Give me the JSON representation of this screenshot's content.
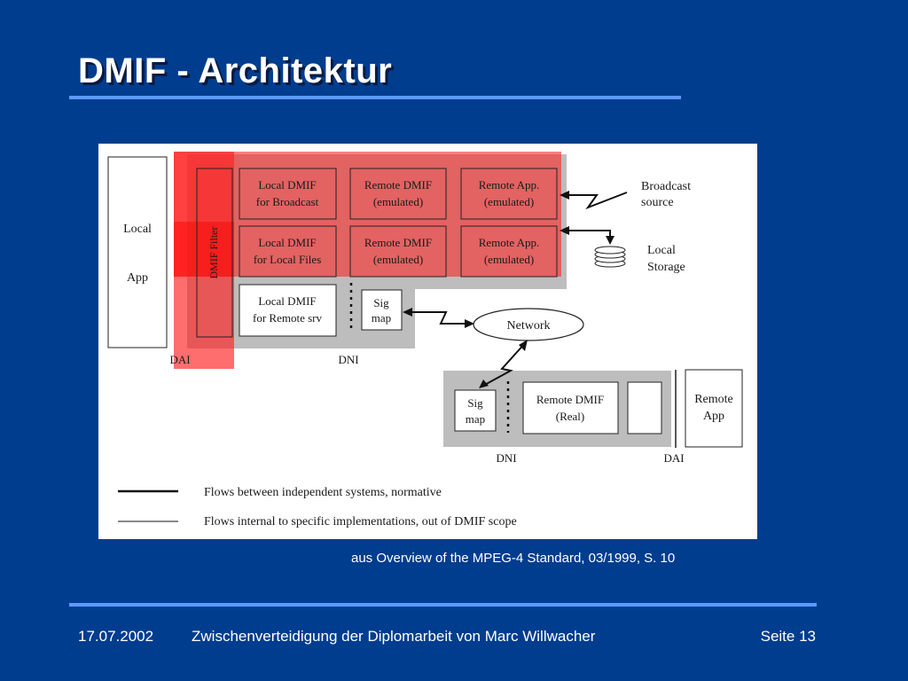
{
  "slide": {
    "title": "DMIF - Architektur",
    "caption": "aus Overview of the MPEG-4 Standard, 03/1999, S. 10",
    "footer": {
      "date": "17.07.2002",
      "center": "Zwischenverteidigung der Diplomarbeit von Marc Willwacher",
      "page": "Seite 13"
    }
  },
  "diagram": {
    "local_app": [
      "Local",
      "App"
    ],
    "dmif_filter": "DMIF Filter",
    "boxes": {
      "local_broadcast": [
        "Local DMIF",
        "for Broadcast"
      ],
      "remote_dmif_1": [
        "Remote DMIF",
        "(emulated)"
      ],
      "remote_app_1": [
        "Remote App.",
        "(emulated)"
      ],
      "local_files": [
        "Local DMIF",
        "for Local Files"
      ],
      "remote_dmif_2": [
        "Remote DMIF",
        "(emulated)"
      ],
      "remote_app_2": [
        "Remote App.",
        "(emulated)"
      ],
      "local_remote_srv": [
        "Local DMIF",
        "for Remote srv"
      ],
      "sig_map_top": [
        "Sig",
        "map"
      ],
      "sig_map_bottom": [
        "Sig",
        "map"
      ],
      "remote_dmif_real": [
        "Remote DMIF",
        "(Real)"
      ],
      "remote_app": [
        "Remote",
        "App"
      ]
    },
    "labels": {
      "broadcast": [
        "Broadcast",
        "source"
      ],
      "local_storage": [
        "Local",
        "Storage"
      ],
      "network": "Network",
      "dai_left": "DAI",
      "dni_top": "DNI",
      "dni_bottom": "DNI",
      "dai_right": "DAI"
    },
    "legend": {
      "normative": "Flows between independent systems, normative",
      "internal": "Flows internal to specific implementations, out of DMIF scope"
    },
    "colors": {
      "background": "#003D8F",
      "rule": "#5B9BFF",
      "highlight_red": "#FF3030",
      "gray_panel": "#BDBDBD"
    }
  }
}
